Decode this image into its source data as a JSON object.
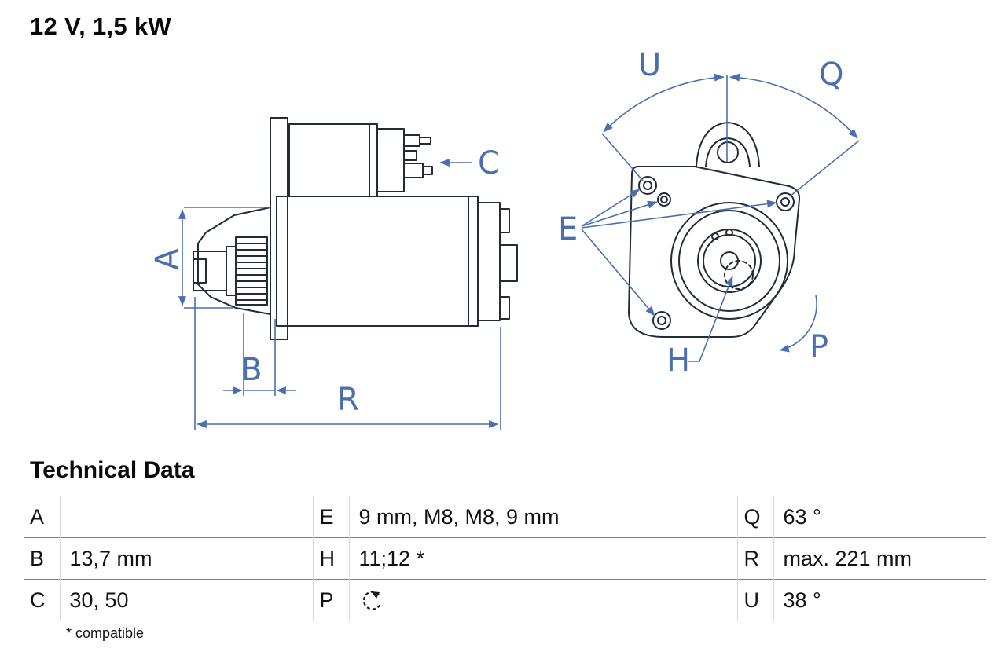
{
  "page": {
    "title": "12 V, 1,5 kW"
  },
  "diagram": {
    "labels": {
      "A": "A",
      "B": "B",
      "C": "C",
      "R": "R",
      "E": "E",
      "H": "H",
      "P": "P",
      "Q": "Q",
      "U": "U"
    },
    "colors": {
      "drawing_line": "#222b38",
      "dimension": "#4a6faf"
    }
  },
  "technical_data": {
    "heading": "Technical Data",
    "footnote": "* compatible",
    "rotation_direction": "counterclockwise",
    "rows": [
      {
        "c1k": "A",
        "c1v": "",
        "c2k": "E",
        "c2v": "9 mm, M8, M8, 9 mm",
        "c3k": "Q",
        "c3v": "63 °"
      },
      {
        "c1k": "B",
        "c1v": "13,7 mm",
        "c2k": "H",
        "c2v": "11;12 *",
        "c3k": "R",
        "c3v": "max. 221 mm"
      },
      {
        "c1k": "C",
        "c1v": "30, 50",
        "c2k": "P",
        "c2v": "",
        "c3k": "U",
        "c3v": "38 °"
      }
    ]
  }
}
